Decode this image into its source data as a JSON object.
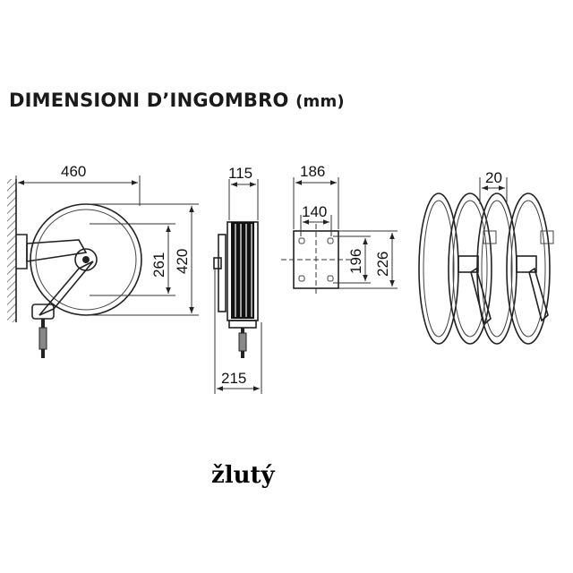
{
  "header": {
    "title": "DIMENSIONI D’INGOMBRO",
    "unit": "(mm)"
  },
  "dimensions": {
    "width_460": "460",
    "height_420": "420",
    "height_261": "261",
    "width_115": "115",
    "width_215": "215",
    "width_186": "186",
    "width_140": "140",
    "height_196": "196",
    "height_226": "226",
    "gap_20": "20"
  },
  "caption": "žlutý"
}
